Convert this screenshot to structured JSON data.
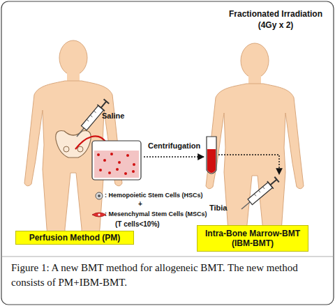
{
  "diagram": {
    "caption": "Figure 1: A new BMT method for allogeneic BMT. The new method consists of PM+IBM-BMT.",
    "nodes": [
      {
        "text": [
          "Perfusion Method (PM)"
        ]
      },
      {
        "text": [
          "Intra-Bone Marrow-BMT (IBM-BMT)"
        ]
      }
    ],
    "labels": [
      "Fractionated Irradiation",
      "(4Gy x 2)",
      "Saline",
      "Centrifugation",
      ": Hemopoietic Stem Cells (HSCs)",
      "+",
      ": Mesenchymal Stem Cells (MSCs)",
      "(T cells<10%)",
      "Tibia"
    ]
  }
}
